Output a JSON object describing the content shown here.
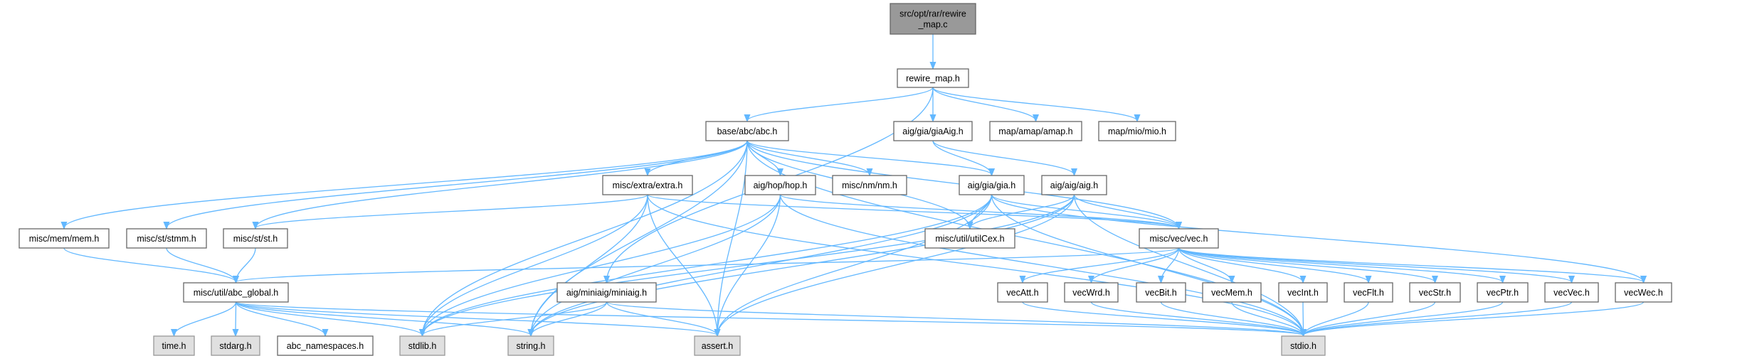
{
  "graph": {
    "nodes": {
      "root": {
        "label": [
          "src/opt/rar/rewire",
          "_map.c"
        ],
        "kind": "root"
      },
      "rewire_map_h": {
        "label": [
          "rewire_map.h"
        ],
        "kind": "local"
      },
      "abc_h": {
        "label": [
          "base/abc/abc.h"
        ],
        "kind": "local"
      },
      "giaAig_h": {
        "label": [
          "aig/gia/giaAig.h"
        ],
        "kind": "local"
      },
      "amap_h": {
        "label": [
          "map/amap/amap.h"
        ],
        "kind": "local"
      },
      "mio_h": {
        "label": [
          "map/mio/mio.h"
        ],
        "kind": "local"
      },
      "extra_h": {
        "label": [
          "misc/extra/extra.h"
        ],
        "kind": "local"
      },
      "hop_h": {
        "label": [
          "aig/hop/hop.h"
        ],
        "kind": "local"
      },
      "nm_h": {
        "label": [
          "misc/nm/nm.h"
        ],
        "kind": "local"
      },
      "gia_h": {
        "label": [
          "aig/gia/gia.h"
        ],
        "kind": "local"
      },
      "aig_h": {
        "label": [
          "aig/aig/aig.h"
        ],
        "kind": "local"
      },
      "mem_h": {
        "label": [
          "misc/mem/mem.h"
        ],
        "kind": "local"
      },
      "stmm_h": {
        "label": [
          "misc/st/stmm.h"
        ],
        "kind": "local"
      },
      "st_h": {
        "label": [
          "misc/st/st.h"
        ],
        "kind": "local"
      },
      "utilCex_h": {
        "label": [
          "misc/util/utilCex.h"
        ],
        "kind": "local"
      },
      "vec_h": {
        "label": [
          "misc/vec/vec.h"
        ],
        "kind": "local"
      },
      "abc_global_h": {
        "label": [
          "misc/util/abc_global.h"
        ],
        "kind": "local"
      },
      "miniaig_h": {
        "label": [
          "aig/miniaig/miniaig.h"
        ],
        "kind": "local"
      },
      "vecAtt_h": {
        "label": [
          "vecAtt.h"
        ],
        "kind": "local"
      },
      "vecWrd_h": {
        "label": [
          "vecWrd.h"
        ],
        "kind": "local"
      },
      "vecBit_h": {
        "label": [
          "vecBit.h"
        ],
        "kind": "local"
      },
      "vecMem_h": {
        "label": [
          "vecMem.h"
        ],
        "kind": "local"
      },
      "vecInt_h": {
        "label": [
          "vecInt.h"
        ],
        "kind": "local"
      },
      "vecFlt_h": {
        "label": [
          "vecFlt.h"
        ],
        "kind": "local"
      },
      "vecStr_h": {
        "label": [
          "vecStr.h"
        ],
        "kind": "local"
      },
      "vecPtr_h": {
        "label": [
          "vecPtr.h"
        ],
        "kind": "local"
      },
      "vecVec_h": {
        "label": [
          "vecVec.h"
        ],
        "kind": "local"
      },
      "vecWec_h": {
        "label": [
          "vecWec.h"
        ],
        "kind": "local"
      },
      "time_h": {
        "label": [
          "time.h"
        ],
        "kind": "sys"
      },
      "stdarg_h": {
        "label": [
          "stdarg.h"
        ],
        "kind": "sys"
      },
      "abc_namespaces_h": {
        "label": [
          "abc_namespaces.h"
        ],
        "kind": "local"
      },
      "stdlib_h": {
        "label": [
          "stdlib.h"
        ],
        "kind": "sys"
      },
      "string_h": {
        "label": [
          "string.h"
        ],
        "kind": "sys"
      },
      "assert_h": {
        "label": [
          "assert.h"
        ],
        "kind": "sys"
      },
      "stdio_h": {
        "label": [
          "stdio.h"
        ],
        "kind": "sys"
      }
    },
    "edges": [
      [
        "root",
        "rewire_map_h"
      ],
      [
        "rewire_map_h",
        "abc_h"
      ],
      [
        "rewire_map_h",
        "giaAig_h"
      ],
      [
        "rewire_map_h",
        "amap_h"
      ],
      [
        "rewire_map_h",
        "mio_h"
      ],
      [
        "rewire_map_h",
        "miniaig_h"
      ],
      [
        "abc_h",
        "mem_h"
      ],
      [
        "abc_h",
        "stmm_h"
      ],
      [
        "abc_h",
        "st_h"
      ],
      [
        "abc_h",
        "extra_h"
      ],
      [
        "abc_h",
        "hop_h"
      ],
      [
        "abc_h",
        "nm_h"
      ],
      [
        "abc_h",
        "gia_h"
      ],
      [
        "abc_h",
        "utilCex_h"
      ],
      [
        "abc_h",
        "vec_h"
      ],
      [
        "abc_h",
        "stdio_h"
      ],
      [
        "abc_h",
        "stdlib_h"
      ],
      [
        "abc_h",
        "string_h"
      ],
      [
        "abc_h",
        "assert_h"
      ],
      [
        "giaAig_h",
        "gia_h"
      ],
      [
        "giaAig_h",
        "aig_h"
      ],
      [
        "extra_h",
        "st_h"
      ],
      [
        "extra_h",
        "vec_h"
      ],
      [
        "extra_h",
        "stdio_h"
      ],
      [
        "extra_h",
        "stdlib_h"
      ],
      [
        "extra_h",
        "string_h"
      ],
      [
        "extra_h",
        "assert_h"
      ],
      [
        "hop_h",
        "vec_h"
      ],
      [
        "hop_h",
        "stdio_h"
      ],
      [
        "hop_h",
        "stdlib_h"
      ],
      [
        "hop_h",
        "string_h"
      ],
      [
        "hop_h",
        "assert_h"
      ],
      [
        "gia_h",
        "vec_h"
      ],
      [
        "gia_h",
        "utilCex_h"
      ],
      [
        "gia_h",
        "vecWec_h"
      ],
      [
        "gia_h",
        "stdio_h"
      ],
      [
        "gia_h",
        "stdlib_h"
      ],
      [
        "gia_h",
        "string_h"
      ],
      [
        "gia_h",
        "assert_h"
      ],
      [
        "aig_h",
        "vec_h"
      ],
      [
        "aig_h",
        "utilCex_h"
      ],
      [
        "aig_h",
        "stdio_h"
      ],
      [
        "aig_h",
        "stdlib_h"
      ],
      [
        "aig_h",
        "string_h"
      ],
      [
        "aig_h",
        "assert_h"
      ],
      [
        "mem_h",
        "abc_global_h"
      ],
      [
        "stmm_h",
        "abc_global_h"
      ],
      [
        "st_h",
        "abc_global_h"
      ],
      [
        "abc_global_h",
        "time_h"
      ],
      [
        "abc_global_h",
        "stdarg_h"
      ],
      [
        "abc_global_h",
        "abc_namespaces_h"
      ],
      [
        "abc_global_h",
        "stdlib_h"
      ],
      [
        "abc_global_h",
        "string_h"
      ],
      [
        "abc_global_h",
        "assert_h"
      ],
      [
        "abc_global_h",
        "stdio_h"
      ],
      [
        "miniaig_h",
        "stdio_h"
      ],
      [
        "miniaig_h",
        "stdlib_h"
      ],
      [
        "miniaig_h",
        "string_h"
      ],
      [
        "miniaig_h",
        "assert_h"
      ],
      [
        "vec_h",
        "abc_global_h"
      ],
      [
        "vec_h",
        "vecAtt_h"
      ],
      [
        "vec_h",
        "vecWrd_h"
      ],
      [
        "vec_h",
        "vecBit_h"
      ],
      [
        "vec_h",
        "vecMem_h"
      ],
      [
        "vec_h",
        "vecInt_h"
      ],
      [
        "vec_h",
        "vecFlt_h"
      ],
      [
        "vec_h",
        "vecStr_h"
      ],
      [
        "vec_h",
        "vecPtr_h"
      ],
      [
        "vec_h",
        "vecVec_h"
      ],
      [
        "vec_h",
        "vecWec_h"
      ],
      [
        "vecAtt_h",
        "stdio_h"
      ],
      [
        "vecWrd_h",
        "stdio_h"
      ],
      [
        "vecBit_h",
        "stdio_h"
      ],
      [
        "vecMem_h",
        "stdio_h"
      ],
      [
        "vecInt_h",
        "stdio_h"
      ],
      [
        "vecFlt_h",
        "stdio_h"
      ],
      [
        "vecStr_h",
        "stdio_h"
      ],
      [
        "vecPtr_h",
        "stdio_h"
      ],
      [
        "vecVec_h",
        "stdio_h"
      ],
      [
        "vecWec_h",
        "stdio_h"
      ]
    ],
    "colors": {
      "edge": "#63b8ff",
      "root_fill": "#999999",
      "system_fill": "#e0e0e0"
    }
  }
}
